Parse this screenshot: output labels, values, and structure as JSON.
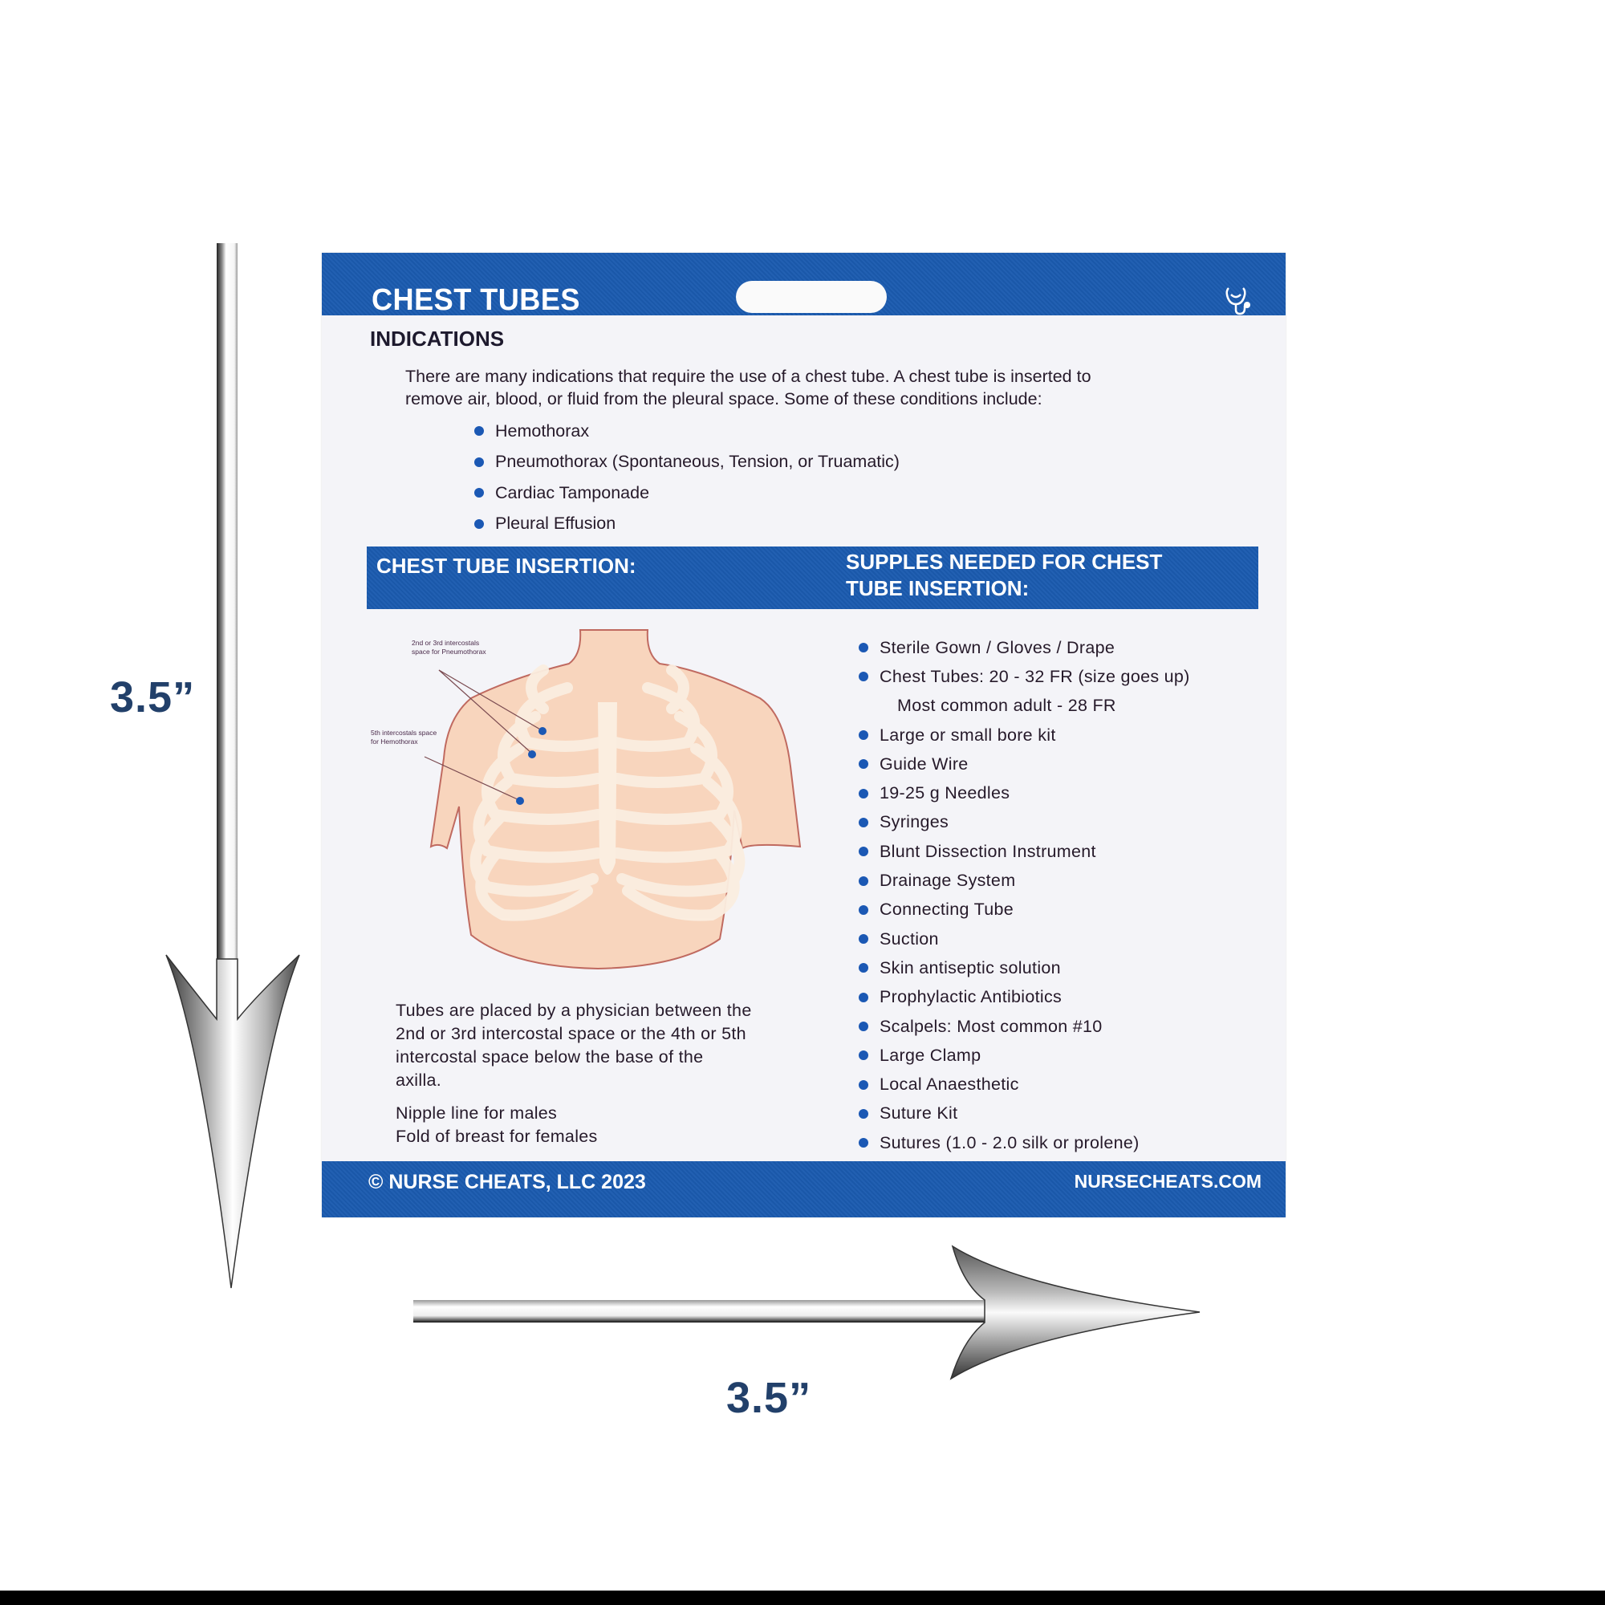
{
  "dimensions": {
    "height_label": "3.5”",
    "width_label": "3.5”"
  },
  "card": {
    "title": "CHEST TUBES",
    "header_icon": "stethoscope-icon",
    "indications": {
      "heading": "INDICATIONS",
      "intro_line1": "There are many indications that require the use of a chest tube.  A chest tube is inserted to",
      "intro_line2": "remove air, blood, or fluid from the pleural space.  Some of these conditions include:",
      "items": [
        "Hemothorax",
        "Pneumothorax (Spontaneous, Tension, or Truamatic)",
        "Cardiac Tamponade",
        "Pleural Effusion"
      ]
    },
    "insertion": {
      "heading": "CHEST TUBE INSERTION:",
      "diagram": {
        "label_upper_line1": "2nd or 3rd intercostals",
        "label_upper_line2": "space for Pneumothorax",
        "label_lower_line1": "5th intercostals space",
        "label_lower_line2": "for Hemothorax"
      },
      "placement_line1": "Tubes are placed by a physician between the",
      "placement_line2": "2nd or 3rd intercostal space or the 4th or 5th",
      "placement_line3": "intercostal space below the base of the",
      "placement_line4": "axilla.",
      "males": "Nipple line for males",
      "females": "Fold of breast for females"
    },
    "supplies": {
      "heading_line1": "SUPPLES NEEDED FOR CHEST",
      "heading_line2": "TUBE INSERTION:",
      "items": [
        "Sterile Gown / Gloves / Drape",
        "Chest Tubes: 20 - 32 FR (size goes up)",
        "Most common adult - 28 FR",
        "Large or small bore kit",
        "Guide Wire",
        "19-25 g Needles",
        "Syringes",
        "Blunt Dissection Instrument",
        "Drainage System",
        "Connecting Tube",
        "Suction",
        "Skin antiseptic solution",
        "Prophylactic Antibiotics",
        "Scalpels: Most common #10",
        "Large Clamp",
        "Local Anaesthetic",
        "Suture Kit",
        "Sutures (1.0 - 2.0 silk or prolene)"
      ]
    },
    "footer": {
      "copyright": "© NURSE CHEATS, LLC 2023",
      "website": "NURSECHEATS.COM"
    }
  },
  "colors": {
    "brand_blue": "#1b5bb0",
    "bullet_blue": "#1b58b4",
    "dimension_text": "#22406a",
    "body_text": "#261a2a"
  }
}
